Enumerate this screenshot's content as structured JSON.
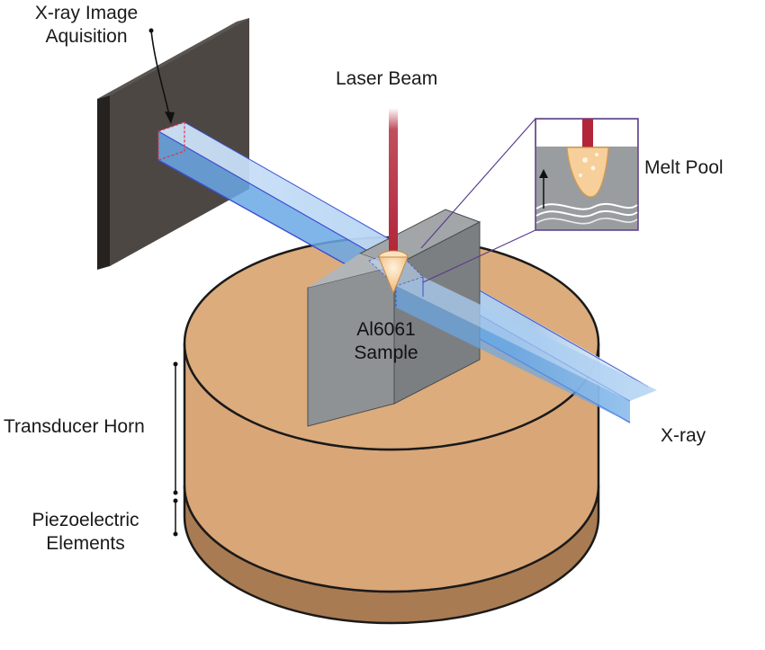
{
  "labels": {
    "xray_image_line1": "X-ray Image",
    "xray_image_line2": "Aquisition",
    "laser_beam": "Laser Beam",
    "melt_pool": "Melt Pool",
    "sample_line1": "Al6061",
    "sample_line2": "Sample",
    "transducer_horn": "Transducer Horn",
    "piezo_line1": "Piezoelectric",
    "piezo_line2": "Elements",
    "xray": "X-ray"
  },
  "colors": {
    "detector": "#4f4a46",
    "horn_top": "#dcac7c",
    "horn_side": "#d9a678",
    "piezo": "#a97b52",
    "sample": "#8f9294",
    "xray_beam": "#6aa8e6",
    "laser": "#b3263a",
    "melt_pool": "#f4c28a"
  }
}
